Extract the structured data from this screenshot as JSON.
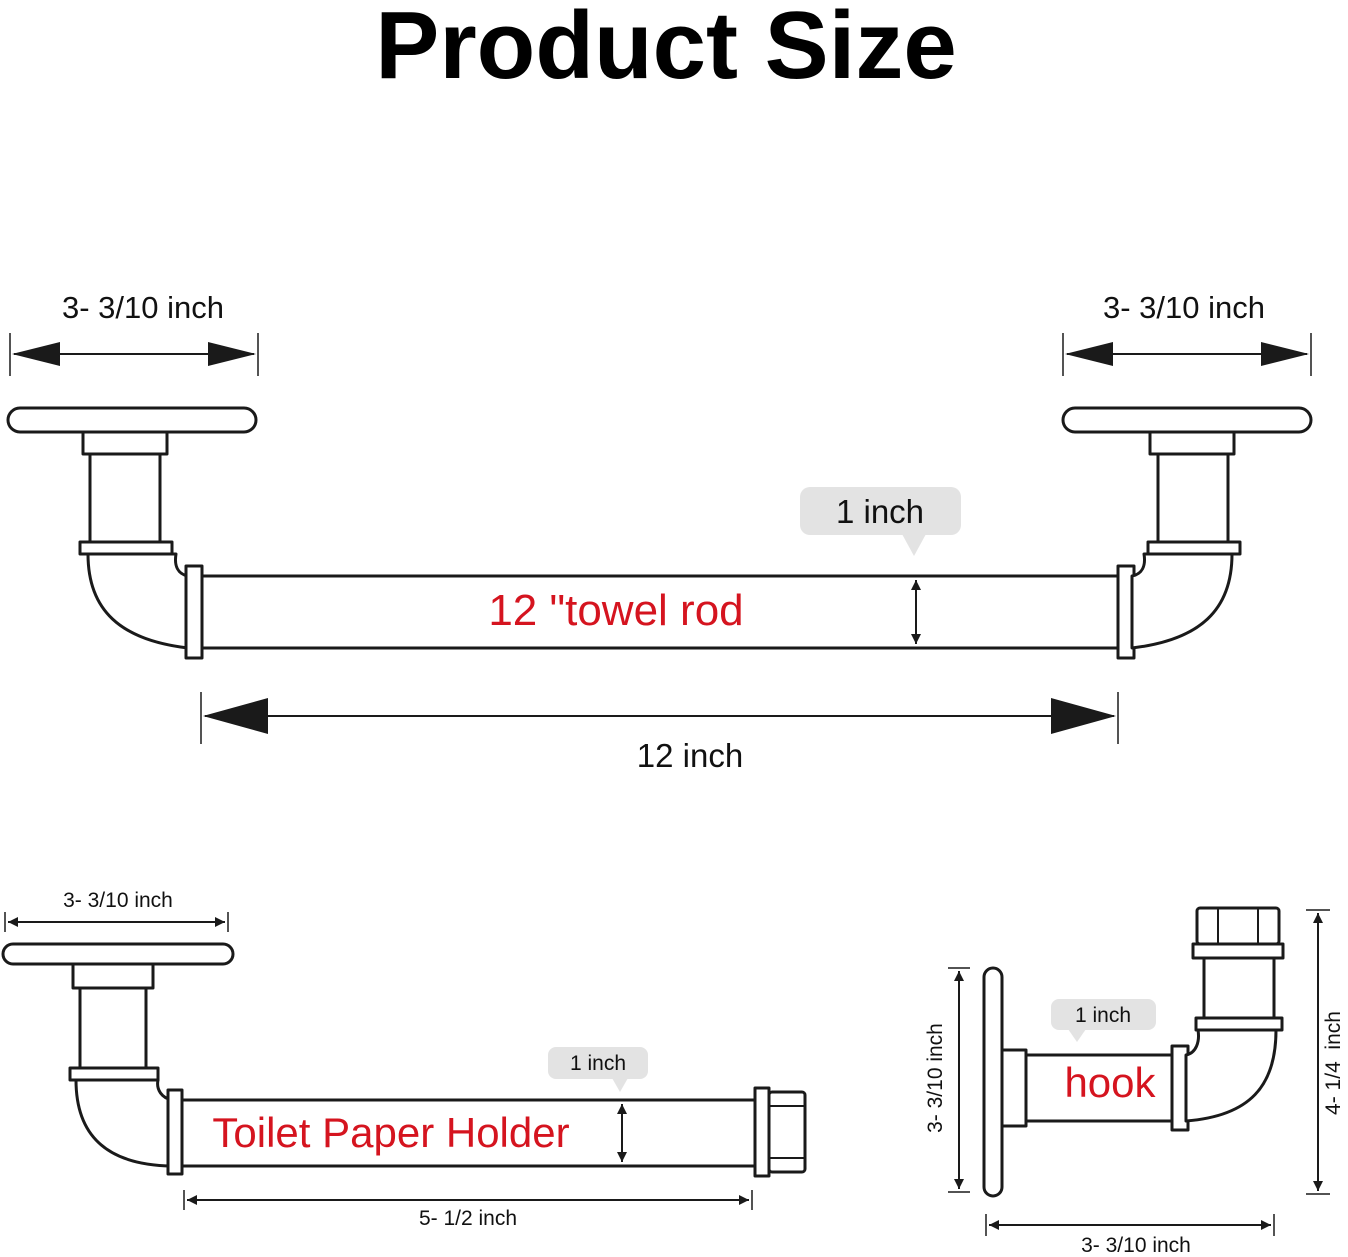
{
  "title": "Product Size",
  "towel_rod": {
    "label": "12 \"towel rod",
    "left_flange": "3- 3/10 inch",
    "right_flange": "3- 3/10 inch",
    "diameter": "1 inch",
    "length": "12 inch"
  },
  "toilet_paper_holder": {
    "label": "Toilet Paper Holder",
    "flange": "3- 3/10 inch",
    "diameter": "1 inch",
    "length": "5- 1/2 inch"
  },
  "hook": {
    "label": "hook",
    "diameter": "1 inch",
    "flange_height": "3- 3/10 inch",
    "height": "4- 1/4  inch",
    "depth": "3- 3/10 inch"
  },
  "colors": {
    "accent_red": "#d5141f",
    "line": "#1a1a1a",
    "bubble": "#e3e3e3"
  }
}
